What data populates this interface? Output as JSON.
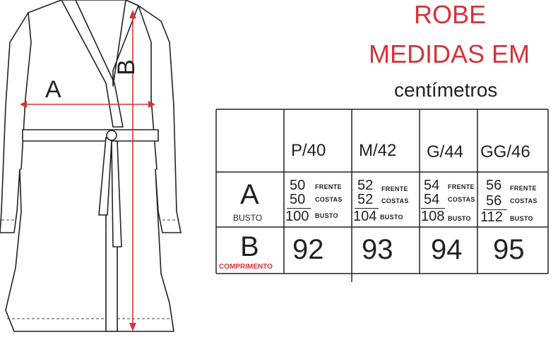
{
  "title": {
    "line1": "ROBE",
    "line2": "MEDIDAS  EM",
    "line3": "centímetros"
  },
  "illustration": {
    "label_a": "A",
    "label_b": "B"
  },
  "colors": {
    "accent_red": "#d6333a",
    "line": "#222222"
  },
  "table": {
    "sizes": [
      "P/40",
      "M/42",
      "G/44",
      "GG/46"
    ],
    "row_a": {
      "letter": "A",
      "sub": "BUSTO",
      "cells": [
        {
          "front": "50",
          "back": "50",
          "total": "100"
        },
        {
          "front": "52",
          "back": "52",
          "total": "104"
        },
        {
          "front": "54",
          "back": "54",
          "total": "108"
        },
        {
          "front": "56",
          "back": "56",
          "total": "112"
        }
      ],
      "labels": {
        "front": "FRENTE",
        "back": "COSTAS",
        "total": "BUSTO"
      }
    },
    "row_b": {
      "letter": "B",
      "sub": "COMPRIMENTO",
      "values": [
        "92",
        "93",
        "94",
        "95"
      ]
    }
  }
}
